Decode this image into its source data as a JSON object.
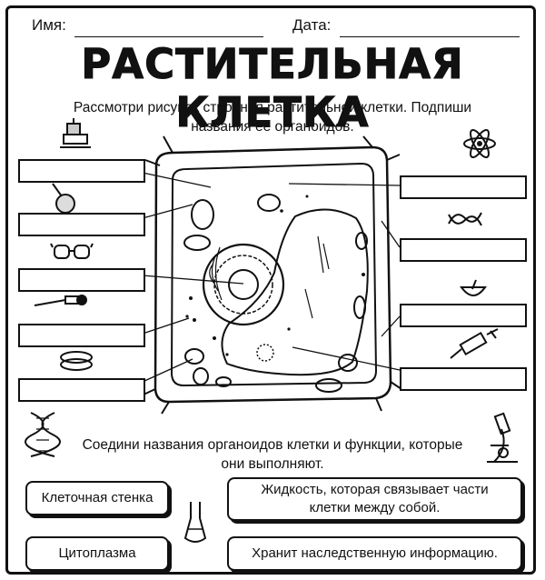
{
  "header": {
    "name_label": "Имя:",
    "date_label": "Дата:",
    "title": "РАСТИТЕЛЬНАЯ КЛЕТКА"
  },
  "task1": {
    "instruction_line1": "Рассмотри рисунок строения растительной клетки. Подпиши",
    "instruction_line2": "названия её органоидов."
  },
  "task2": {
    "instruction_line1": "Соедини названия органоидов клетки и функции, которые",
    "instruction_line2": "они выполняют."
  },
  "match": {
    "left": [
      "Клеточная стенка",
      "Цитоплазма"
    ],
    "right": [
      "Жидкость, которая связывает части клетки между собой.",
      "Хранит наследственную информацию."
    ]
  },
  "icons": [
    "microscope-icon",
    "atom-icon",
    "flask-icon",
    "dna-icon",
    "goggles-icon",
    "mortar-icon",
    "dropper-icon",
    "syringe-icon",
    "petri-dish-icon",
    "test-tube-icon",
    "beaker-icon"
  ]
}
